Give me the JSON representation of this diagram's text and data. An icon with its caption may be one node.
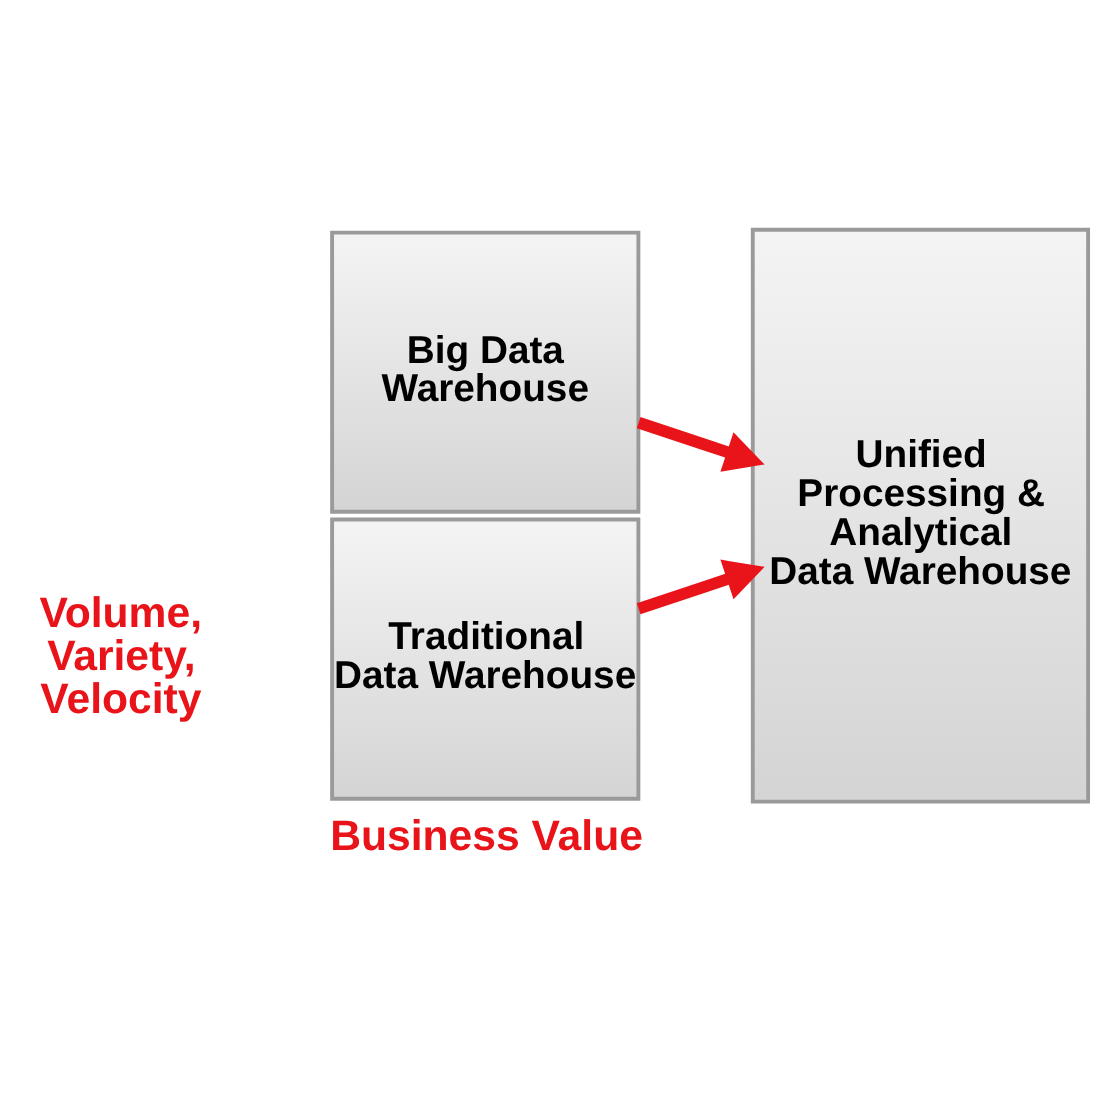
{
  "diagram": {
    "nodes": [
      {
        "text": [
          "Big Data Warehouse"
        ]
      },
      {
        "text": [
          "Traditional Data Warehouse"
        ]
      },
      {
        "text": [
          "Unified Processing & Analytical Data Warehouse"
        ]
      }
    ],
    "edges": [
      {
        "from": 0,
        "to": 2,
        "arrow": "to"
      },
      {
        "from": 1,
        "to": 2,
        "arrow": "to"
      }
    ],
    "labels": [
      "Volume, Variety, Velocity",
      "Business Value"
    ]
  }
}
